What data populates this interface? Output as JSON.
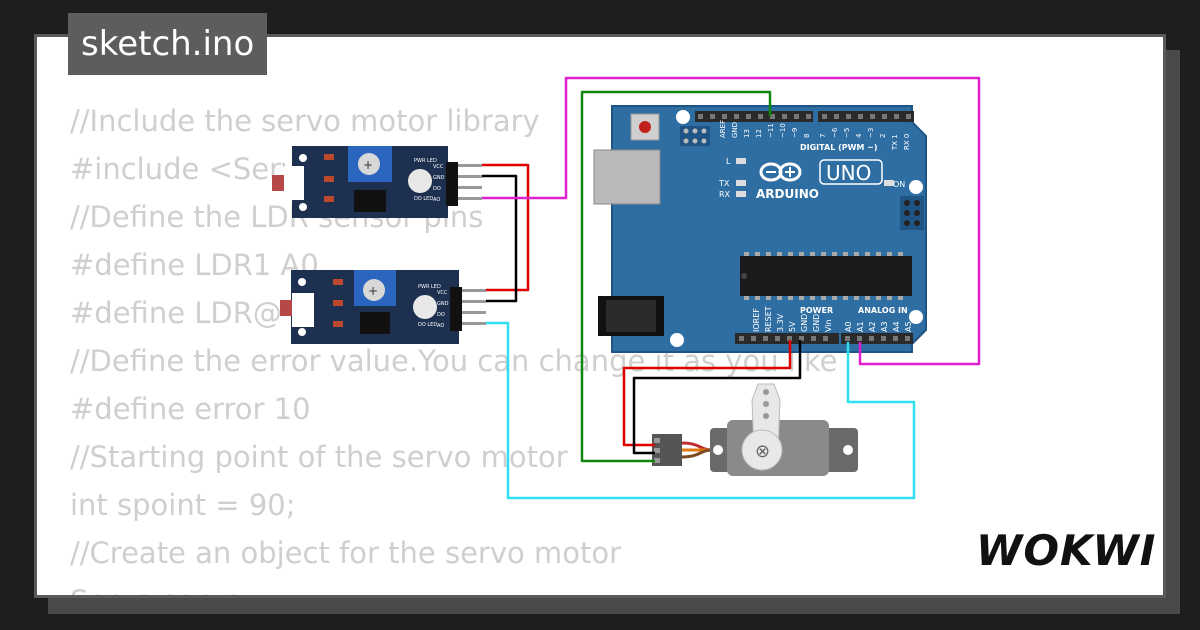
{
  "window": {
    "title": "sketch.ino"
  },
  "code_lines": [
    "//Include the servo motor library",
    "#include <Servo.h>",
    "//Define the LDR sensor pins",
    "#define LDR1 A0",
    "#define LDR@ A1",
    "//Define the error value.You can change it as you like",
    "#define error 10",
    "//Starting point of the servo motor",
    "int spoint = 90;",
    "//Create an object for the servo motor",
    "Servo servo;"
  ],
  "board": {
    "logo_text": "UNO",
    "brand_text": "ARDUINO",
    "on_label": "ON",
    "digital_label": "DIGITAL (PWM ~)",
    "power_label": "POWER",
    "analog_label": "ANALOG IN",
    "l_label": "L",
    "tx_label": "TX",
    "rx_label": "RX",
    "top_pins": [
      "AREF",
      "GND",
      "13",
      "12",
      "~11",
      "~10",
      "~9",
      "8",
      "7",
      "~6",
      "~5",
      "4",
      "~3",
      "2",
      "TX 1",
      "RX 0"
    ],
    "power_pins": [
      "IOREF",
      "RESET",
      "3.3V",
      "5V",
      "GND",
      "GND",
      "Vin"
    ],
    "analog_pins": [
      "A0",
      "A1",
      "A2",
      "A3",
      "A4",
      "A5"
    ]
  },
  "sensor1": {
    "pwr_led": "PWR LED",
    "do_led": "DO LED",
    "pins": [
      "VCC",
      "GND",
      "DO",
      "AO"
    ]
  },
  "sensor2": {
    "pwr_led": "PWR LED",
    "do_led": "DO LED",
    "pins": [
      "VCC",
      "GND",
      "DO",
      "AO"
    ]
  },
  "brand_logo": "WOKWI",
  "colors": {
    "board": "#2f6ea3",
    "wire_power": "#e00000",
    "wire_ground": "#000000",
    "wire_signal_magenta": "#e020d0",
    "wire_signal_cyan": "#30e0f0",
    "wire_servo_signal": "#108810",
    "sensor_pcb": "#1e3050"
  }
}
